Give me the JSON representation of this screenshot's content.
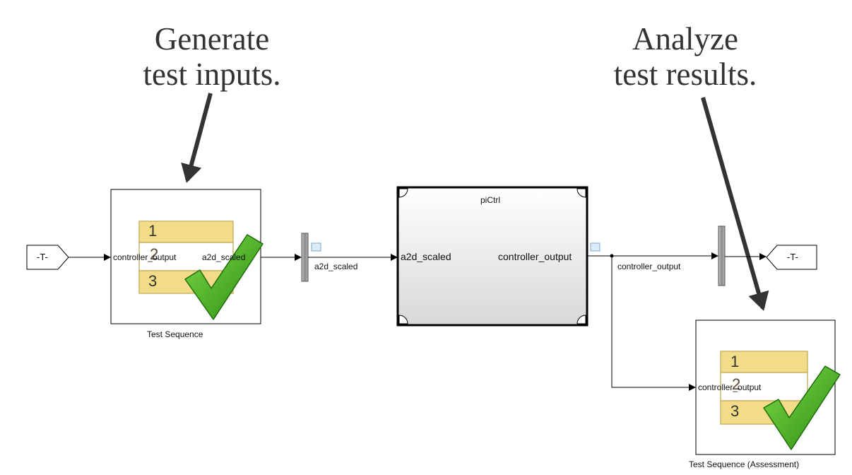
{
  "callouts": {
    "left": [
      "Generate",
      "test inputs."
    ],
    "right": [
      "Analyze",
      "test results."
    ]
  },
  "goto_tag": "-T-",
  "blocks": {
    "test_sequence": {
      "name": "Test Sequence",
      "port_in": "controller_output",
      "port_out": "a2d_scaled",
      "rows": [
        "1",
        "2",
        "3"
      ]
    },
    "pictrl": {
      "name": "piCtrl",
      "port_in": "a2d_scaled",
      "port_out": "controller_output"
    },
    "assessment": {
      "name": "Test Sequence (Assessment)",
      "port_in": "controller_output",
      "rows": [
        "1",
        "2",
        "3"
      ]
    }
  },
  "signals": {
    "a2d": "a2d_scaled",
    "controller": "controller_output"
  },
  "colors": {
    "row_fill": "#f3dc87",
    "row_border": "#c9b46a",
    "check_green": "#3aa316",
    "check_outline": "#1f6b0c",
    "arrow": "#333333",
    "line": "#000000",
    "bus_bar": "#9a9a9a"
  },
  "icons": [
    "check-icon",
    "goto-tag-icon",
    "from-tag-icon"
  ]
}
